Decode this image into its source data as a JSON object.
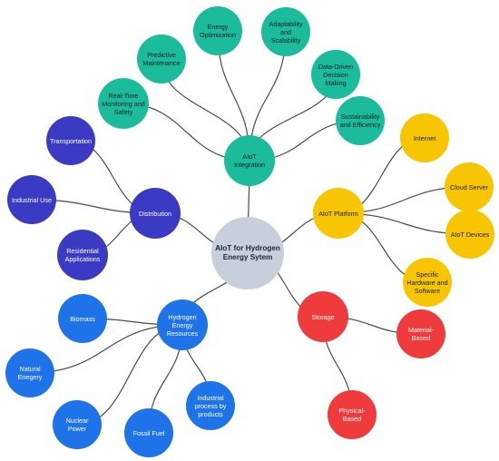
{
  "colors": {
    "center": "#c7d0da",
    "integration": "#1abc9c",
    "platform": "#f7c600",
    "storage": "#ef3b3b",
    "resources": "#1f73e8",
    "distribution": "#3a3ac4",
    "edge": "#4a4a4a"
  },
  "nodes": {
    "center": {
      "label": "AIoT for Hydrogen\nEnergy Sytem"
    },
    "integration": {
      "label": "AIoT\nIntegration"
    },
    "energy_optimization": {
      "label": "Energy\nOptimization"
    },
    "adaptability": {
      "label": "Adaptability\nand Scalability"
    },
    "predictive_maintenance": {
      "label": "Predictive\nMaintenance"
    },
    "data_driven": {
      "label": "Data-Driven\nDecision\nMaking"
    },
    "realtime_monitoring": {
      "label": "Real-Time\nMonitoring and\nSafety"
    },
    "sustainability": {
      "label": "Sustainability\nand Efficiency"
    },
    "platform": {
      "label": "AIoT Platform"
    },
    "internet": {
      "label": "Internet"
    },
    "cloud_server": {
      "label": "Cloud Server"
    },
    "aiot_devices": {
      "label": "AIoT Devices"
    },
    "specific_hw_sw": {
      "label": "Specific\nHardware and\nSoftware"
    },
    "storage": {
      "label": "Storage"
    },
    "material_based": {
      "label": "Material-Based"
    },
    "physical_based": {
      "label": "Physical-\nBased"
    },
    "resources": {
      "label": "Hydrogen\nEnergy\nResources"
    },
    "biomass": {
      "label": "Biomass"
    },
    "natural_energy": {
      "label": "Natural\nEnegery"
    },
    "nuclear_power": {
      "label": "Nuclear Power"
    },
    "fossil_fuel": {
      "label": "Fossil Fuel"
    },
    "industrial_process": {
      "label": "Industrial\nprocess by\nproducts"
    },
    "distribution": {
      "label": "Distribution"
    },
    "transportation": {
      "label": "Transportation"
    },
    "industrial_use": {
      "label": "Industrial Use"
    },
    "residential": {
      "label": "Residential\nApplications"
    }
  }
}
